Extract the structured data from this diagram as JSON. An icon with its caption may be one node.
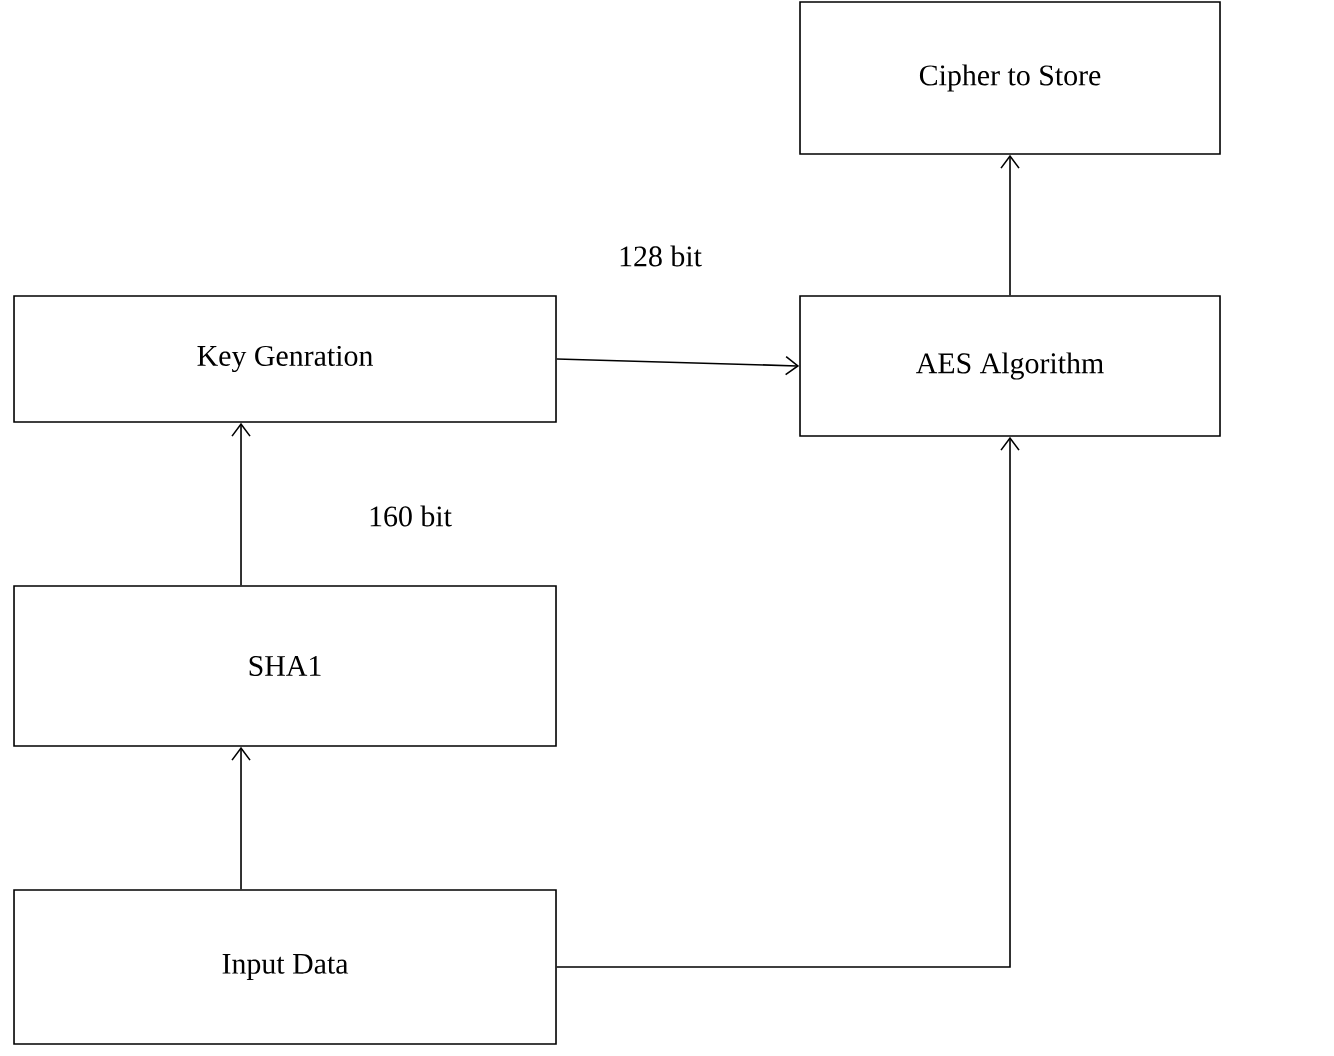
{
  "diagram": {
    "nodes": [
      {
        "text": [
          "Cipher to Store"
        ]
      },
      {
        "text": [
          "Key Genration"
        ]
      },
      {
        "text": [
          "AES Algorithm"
        ]
      },
      {
        "text": [
          "SHA1"
        ]
      },
      {
        "text": [
          "Input Data"
        ]
      }
    ],
    "edges": [
      {
        "from": 1,
        "to": 2,
        "arrow": "to",
        "label": "128 bit"
      },
      {
        "from": 3,
        "to": 1,
        "arrow": "to",
        "label": "160 bit"
      },
      {
        "from": 2,
        "to": 0,
        "arrow": "to"
      },
      {
        "from": 4,
        "to": 3,
        "arrow": "to"
      },
      {
        "from": 4,
        "to": 2,
        "arrow": "to"
      }
    ]
  }
}
